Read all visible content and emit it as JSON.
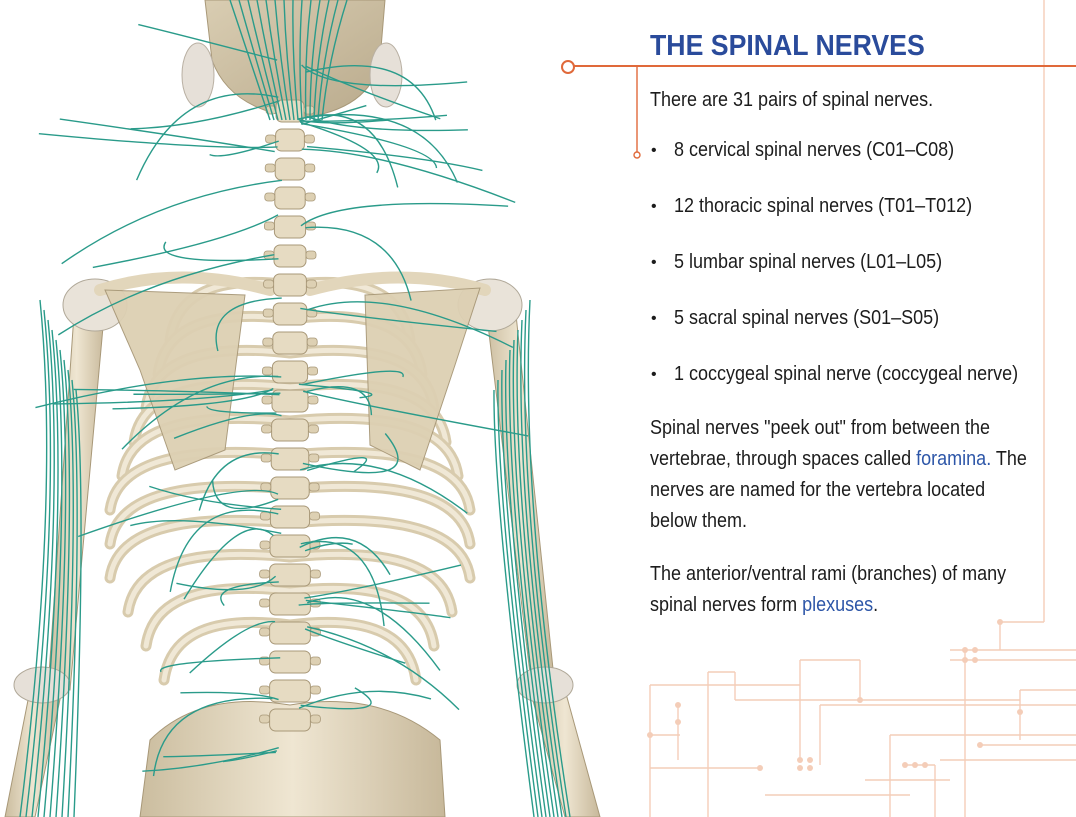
{
  "title": "THE SPINAL NERVES",
  "intro": "There are 31 pairs of spinal nerves.",
  "nerve_groups": [
    {
      "bullet": "•",
      "text": "8 cervical spinal nerves (C01–C08)"
    },
    {
      "bullet": "•",
      "text": "12 thoracic spinal nerves (T01–T012)"
    },
    {
      "bullet": "•",
      "text": "5 lumbar spinal nerves (L01–L05)"
    },
    {
      "bullet": "•",
      "text": "5 sacral spinal nerves (S01–S05)"
    },
    {
      "bullet": "•",
      "text": "1 coccygeal spinal nerve (coccygeal nerve)"
    }
  ],
  "paragraph1": {
    "before": "Spinal nerves \"peek out\" from between the vertebrae, through spaces called ",
    "link": "foramina.",
    "after": " The nerves are named for the vertebra located below them."
  },
  "paragraph2": {
    "before": "The anterior/ventral rami (branches) of many spinal nerves form ",
    "link": "plexuses",
    "after": "."
  },
  "colors": {
    "title": "#2a4b9b",
    "link": "#2d56a8",
    "accent_line": "#e0693a",
    "circuit": "#f4cdb8",
    "nerve": "#2a9b8a",
    "bone": "#e8dcc4"
  },
  "icons": {
    "illustration": "spine-nerves-illustration",
    "decoration": "circuit-lines-decoration"
  }
}
